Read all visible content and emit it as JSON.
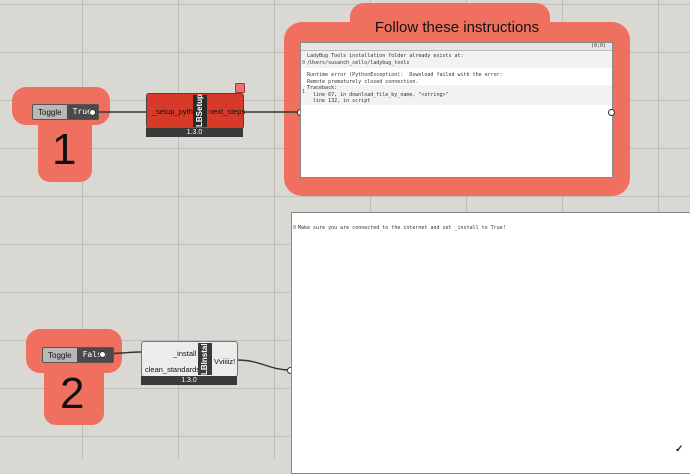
{
  "annotations": {
    "step1": "1",
    "step2": "2",
    "instructions_title": "Follow these instructions"
  },
  "toggle1": {
    "label": "Toggle",
    "value": "True"
  },
  "toggle2": {
    "label": "Toggle",
    "value": "False"
  },
  "lbsetup": {
    "input": "_setup_python",
    "name": "LBSetup",
    "output": "next_steps",
    "version": "1.3.0"
  },
  "lbinstall": {
    "input1": "_install",
    "input2": "clean_standards_",
    "name": "LBInstall",
    "output": "Vviiiiz!",
    "version": "1.3.0"
  },
  "panel1": {
    "header": "(0;0)",
    "line_index": "0",
    "line_index2": "1",
    "block1": [
      "LadyBug Tools installation folder already exists at:",
      "/Users/susanch_cello/ladybug_tools"
    ],
    "block2": [
      "Runtime error (PythonException):  Download failed with the error:",
      "Remote prematurely closed connection.",
      "",
      "Traceback:",
      "  line 67, in download_file_by_name, \"<string>\"",
      "  line 132, in script"
    ]
  },
  "panel2": {
    "line_index": "0",
    "text": "Make sure you are connected to the internet and set _install to True!"
  },
  "colors": {
    "annotation": "#f07060",
    "component_red": "#d83a2a",
    "canvas": "#d9d8d3"
  }
}
